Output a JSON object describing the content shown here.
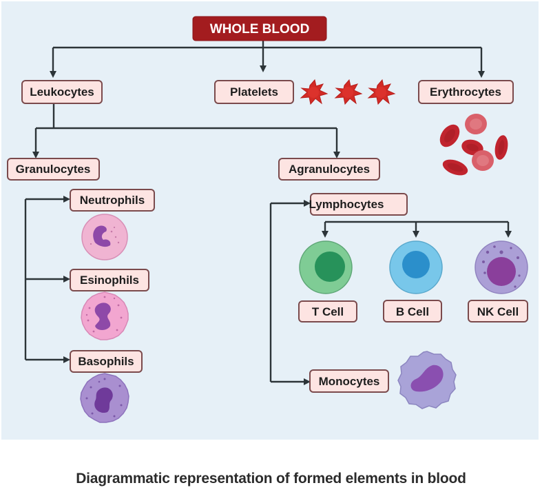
{
  "diagram": {
    "root": "WHOLE BLOOD",
    "level1": {
      "leukocytes": "Leukocytes",
      "platelets": "Platelets",
      "erythrocytes": "Erythrocytes"
    },
    "leukocyte_types": {
      "granulocytes": "Granulocytes",
      "agranulocytes": "Agranulocytes"
    },
    "granulocytes": [
      "Neutrophils",
      "Esinophils",
      "Basophils"
    ],
    "agranulocytes": {
      "lymphocytes": "Lymphocytes",
      "monocytes": "Monocytes"
    },
    "lymphocyte_types": [
      "T Cell",
      "B Cell",
      "NK Cell"
    ]
  },
  "caption": "Diagrammatic representation of formed elements in blood",
  "colors": {
    "background": "#e6f0f7",
    "root_box": "#a31c1f",
    "label_box_fill": "#fde4e2",
    "label_box_border": "#7a4a4c",
    "connector": "#2c3438",
    "platelet": "#d22b26",
    "erythrocyte": "#c0242e",
    "t_cell": "#6fc48a",
    "b_cell": "#6ec2e6",
    "nk_cell": "#a79ad3",
    "neutrophil": "#f0b4d2",
    "eosinophil": "#f2a6d0",
    "basophil": "#a98fd0",
    "monocyte": "#a9a3d8",
    "nucleus": "#8e49a8"
  }
}
